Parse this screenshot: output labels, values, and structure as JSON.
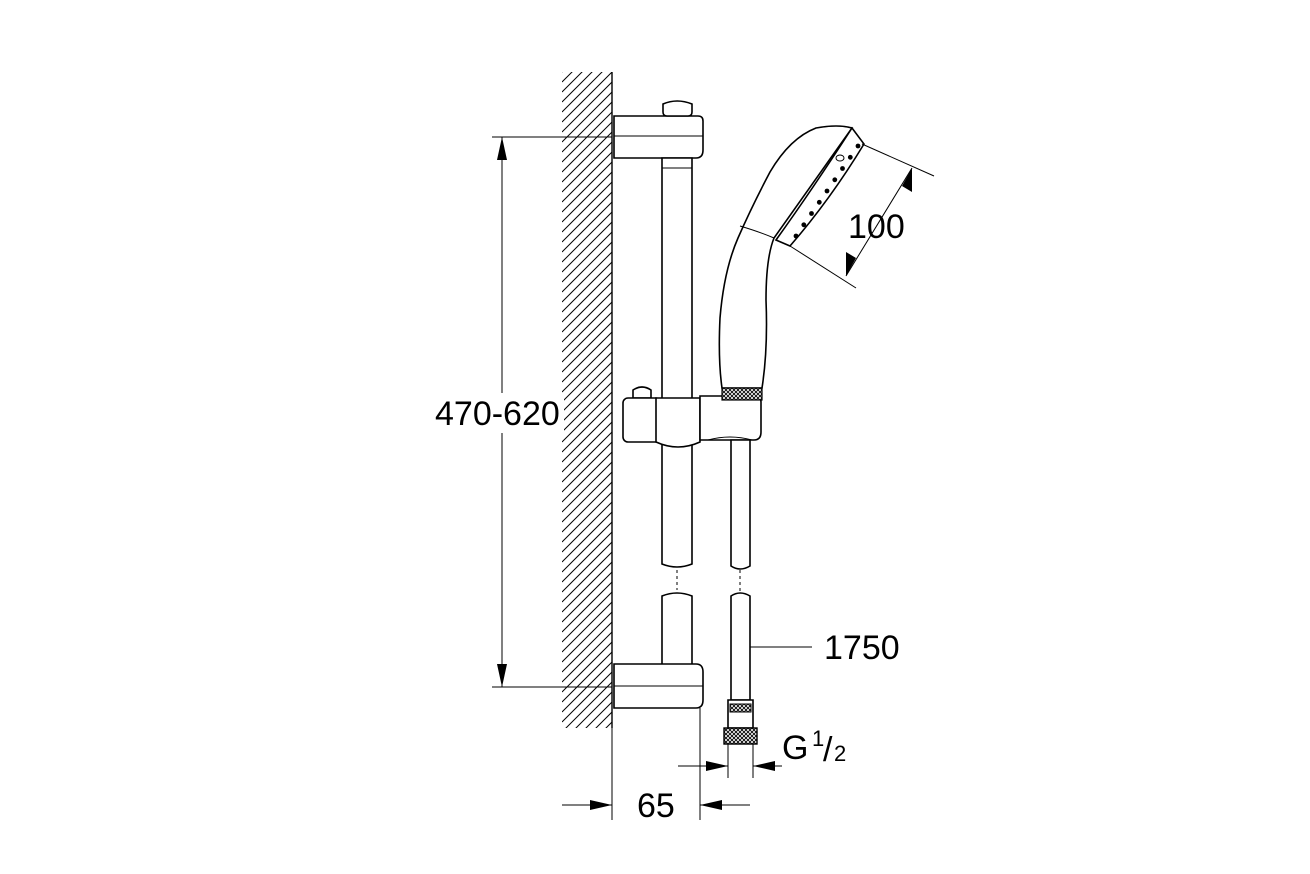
{
  "dimensions": {
    "height_range": "470-620",
    "head_diameter": "100",
    "hose_length": "1750",
    "wall_offset": "65",
    "thread_prefix": "G",
    "thread_numerator": "1",
    "thread_slash": "/",
    "thread_denominator": "2"
  },
  "colors": {
    "line": "#000000",
    "background": "#ffffff"
  }
}
